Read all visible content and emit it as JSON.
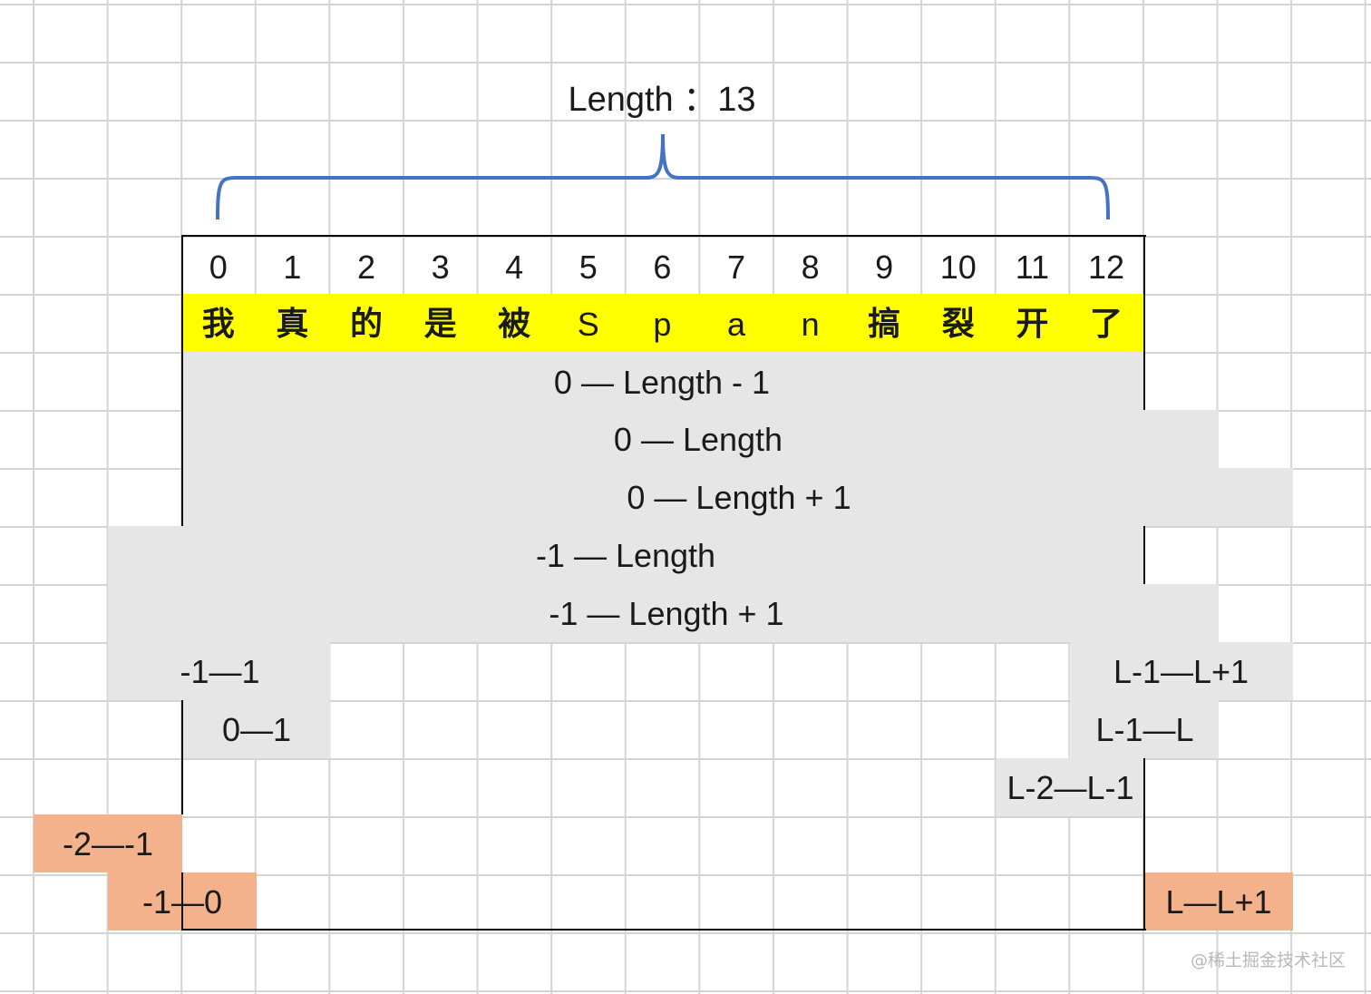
{
  "title": "Length ：13",
  "indices": [
    "0",
    "1",
    "2",
    "3",
    "4",
    "5",
    "6",
    "7",
    "8",
    "9",
    "10",
    "11",
    "12"
  ],
  "characters": [
    "我",
    "真",
    "的",
    "是",
    "被",
    "S",
    "p",
    "a",
    "n",
    "搞",
    "裂",
    "开",
    "了"
  ],
  "colors": {
    "highlight": "#ffff00",
    "range_fill": "#e6e6e6",
    "out_of_bounds_fill": "#f3b28c",
    "brace": "#4472c4",
    "grid": "#d4d4d4"
  },
  "ranges": {
    "r0_len_minus_1": "0 — Length - 1",
    "r0_len": "0 — Length",
    "r0_len_plus_1": "0 — Length + 1",
    "rm1_len": "-1 — Length",
    "rm1_len_plus_1": "-1 — Length + 1",
    "rm1_1": "-1—1",
    "r0_1": "0—1",
    "rL1_L1": "L-1—L+1",
    "rL1_L": "L-1—L",
    "rL2_L1": "L-2—L-1",
    "rm2_m1": "-2—-1",
    "rm1_0": "-1—0",
    "rL_L1": "L—L+1"
  },
  "watermark": "@稀土掘金技术社区"
}
